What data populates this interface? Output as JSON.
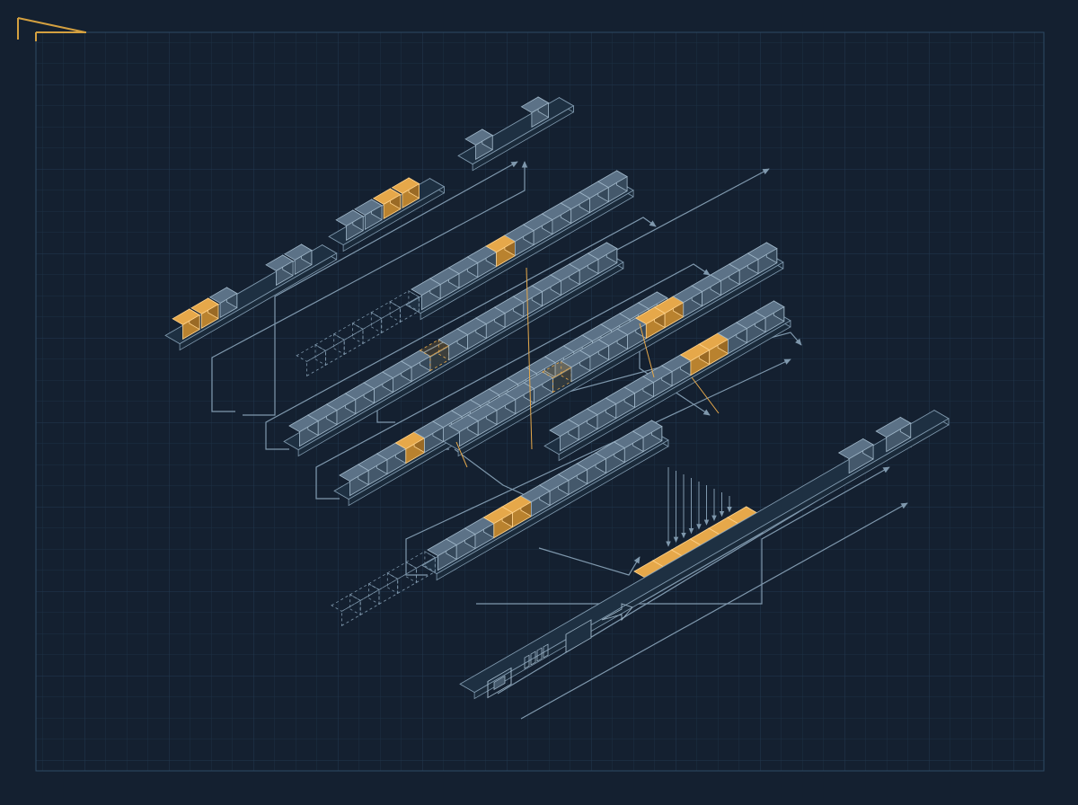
{
  "colors": {
    "background": "#142030",
    "grid_minor": "#1c3044",
    "grid_major": "#22394f",
    "frame": "#2e4a64",
    "corner": "#d4a040",
    "line": "#7f98ad",
    "block_top": "#5c7287",
    "block_left": "#44586b",
    "block_right": "#35485a",
    "block_edge": "#9fb6c8",
    "accent_top": "#e6a84a",
    "accent_left": "#b9822f",
    "accent_right": "#9a6a25",
    "accent_edge": "#ffd28a",
    "tray_top": "#1e3042",
    "tray_side": "#1a2a3a"
  },
  "icons": [
    "chip-icon",
    "register-file-icon",
    "mux-icon",
    "flow-arrow-icon"
  ],
  "strips": [
    {
      "id": "strip-1",
      "len": 11,
      "accent": [
        4
      ],
      "ghost": [],
      "dashed_extension": 6
    },
    {
      "id": "strip-2",
      "len": 17,
      "accent": [],
      "ghost": [
        7
      ],
      "dashed_extension": 0
    },
    {
      "id": "strip-3",
      "len": 17,
      "accent": [
        3
      ],
      "ghost": [],
      "dashed_extension": 0
    },
    {
      "id": "strip-4",
      "len": 17,
      "accent": [
        10,
        11
      ],
      "ghost": [
        5
      ],
      "dashed_extension": 0
    },
    {
      "id": "strip-5",
      "len": 12,
      "accent": [
        3,
        4
      ],
      "ghost": [],
      "dashed_extension": 5
    },
    {
      "id": "strip-6",
      "len": 12,
      "accent": [
        7,
        8
      ],
      "ghost": [],
      "dashed_extension": 0
    },
    {
      "id": "output-bus",
      "len": 6,
      "accent": [
        0,
        1,
        2,
        3,
        4,
        5
      ],
      "ghost": [],
      "dashed_extension": 0
    }
  ]
}
